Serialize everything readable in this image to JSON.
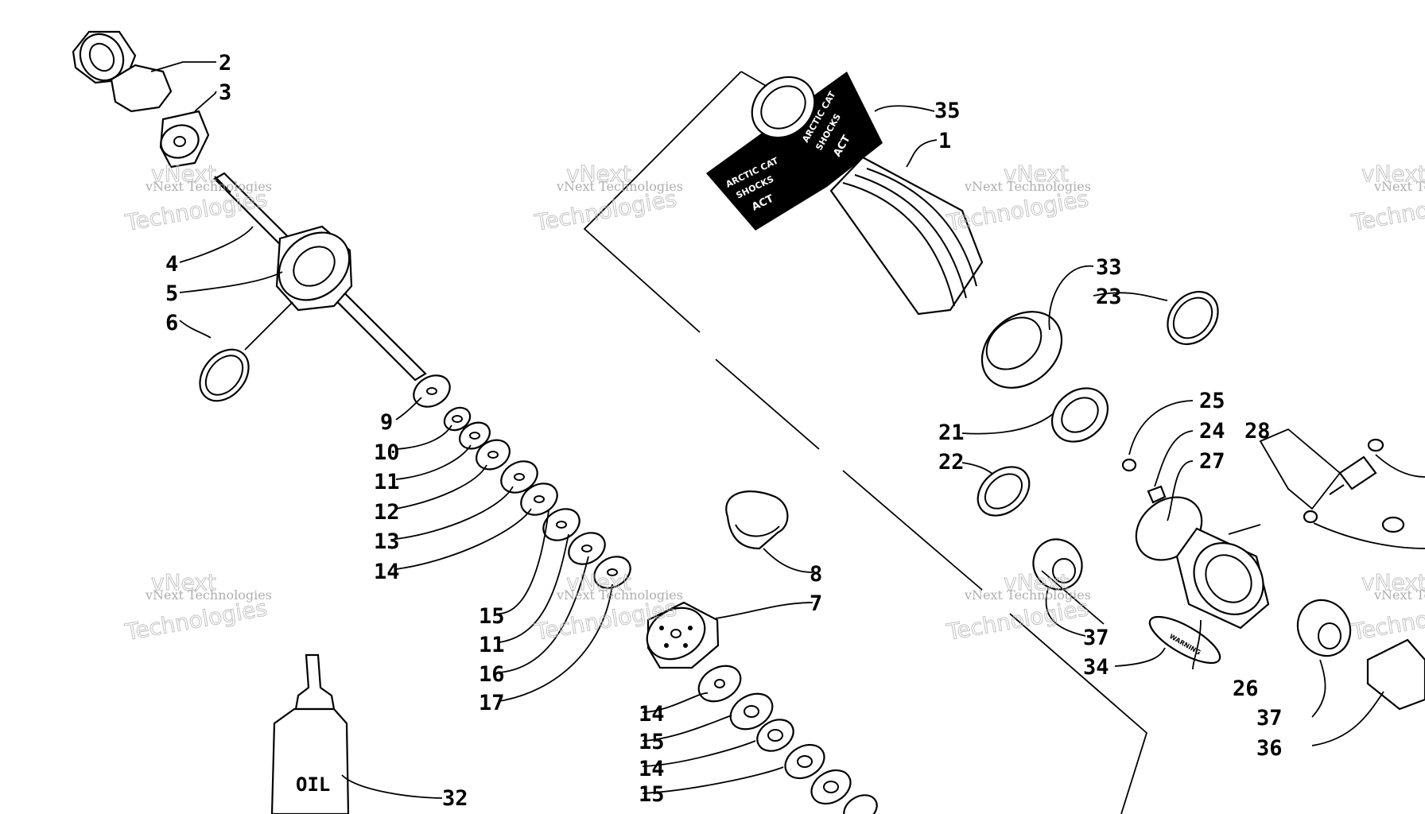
{
  "callouts": [
    "2",
    "3",
    "4",
    "5",
    "6",
    "9",
    "10",
    "11",
    "12",
    "13",
    "14",
    "15",
    "11",
    "16",
    "17",
    "8",
    "7",
    "14",
    "15",
    "14",
    "15",
    "32",
    "35",
    "1",
    "33",
    "23",
    "21",
    "22",
    "25",
    "24",
    "27",
    "28",
    "37",
    "34",
    "26",
    "37",
    "36"
  ],
  "decal": {
    "line1": "ARCTIC CAT",
    "line2": "SHOCKS",
    "logo": "ACT"
  },
  "bottle_label": "OIL",
  "warning_label": "WARNING",
  "watermark": {
    "line1": "vNext Technologies",
    "line2": "Technologies",
    "overlay": "vNext"
  }
}
